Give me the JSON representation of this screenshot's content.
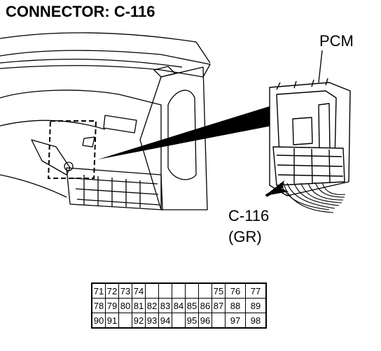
{
  "title": "CONNECTOR: C-116",
  "labels": {
    "module": "PCM",
    "connector_id": "C-116",
    "connector_color": "(GR)"
  },
  "pin_rows": [
    [
      "71",
      "72",
      "73",
      "74",
      "",
      "",
      "",
      "",
      "",
      "75",
      "76",
      "77"
    ],
    [
      "78",
      "79",
      "80",
      "81",
      "82",
      "83",
      "84",
      "85",
      "86",
      "87",
      "88",
      "89"
    ],
    [
      "90",
      "91",
      "",
      "92",
      "93",
      "94",
      "",
      "95",
      "96",
      "",
      "97",
      "98"
    ]
  ],
  "colors": {
    "ink": "#000000",
    "background": "#ffffff"
  }
}
